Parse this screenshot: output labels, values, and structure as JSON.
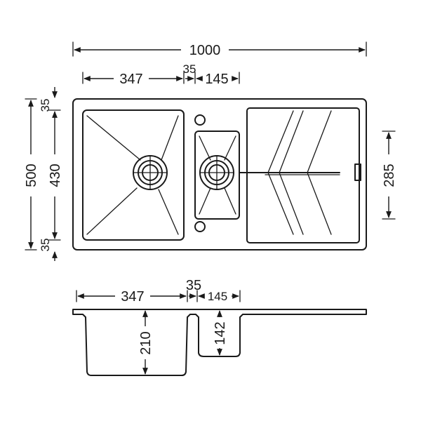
{
  "plan_view": {
    "overall_width": "1000",
    "left_bowl_width": "347",
    "gap": "35",
    "right_bowl_width": "145",
    "overall_depth": "500",
    "inner_depth": "430",
    "top_margin": "35",
    "bottom_margin": "35",
    "small_bowl_depth": "285"
  },
  "section_view": {
    "left_bowl_width": "347",
    "gap": "35",
    "right_bowl_width": "145",
    "left_bowl_depth": "210",
    "right_bowl_depth": "142"
  }
}
